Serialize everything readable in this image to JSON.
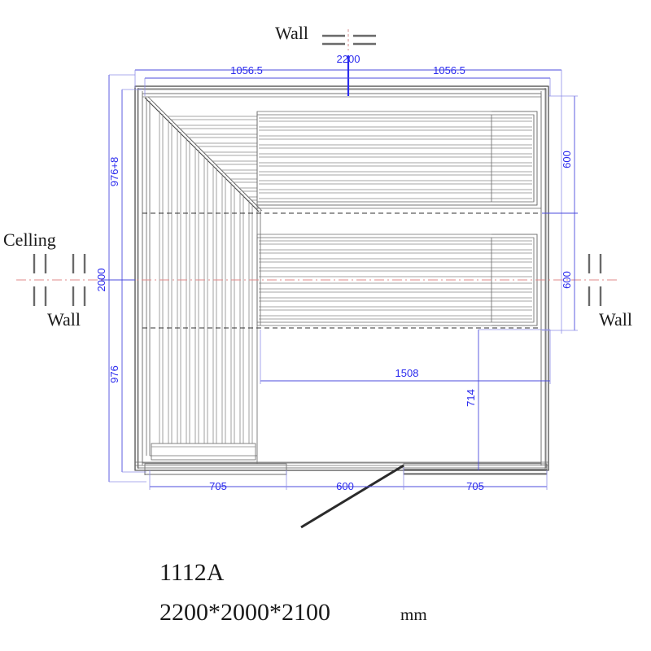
{
  "drawing": {
    "title_code": "1112A",
    "title_dimensions": "2200*2000*2100",
    "title_unit": "mm",
    "colors": {
      "dimension": "#2a2aee",
      "dimension_line": "#4b4bdd",
      "extension_line": "#8f8fe8",
      "wood_outline": "#6e6e6e",
      "centerline_red": "#e08a8a",
      "door_swing": "#2b2b2b",
      "background": "#ffffff"
    }
  },
  "labels": {
    "wall_top": "Wall",
    "wall_left": "Wall",
    "wall_right": "Wall",
    "ceiling_left": "Celling"
  },
  "dimensions": {
    "top_overall": "2200",
    "top_left_half": "1056.5",
    "top_right_half": "1056.5",
    "left_overall": "2000",
    "left_upper": "976+8",
    "left_lower": "976",
    "right_upper": "600",
    "right_lower": "600",
    "bottom_left": "705",
    "bottom_middle": "600",
    "bottom_right": "705",
    "interior_horizontal": "1508",
    "interior_vertical": "714"
  },
  "icons": {
    "wall_symbol_horizontal": "wall-section-horizontal-icon",
    "wall_symbol_vertical": "wall-section-vertical-icon",
    "door_swing": "door-swing-icon"
  }
}
